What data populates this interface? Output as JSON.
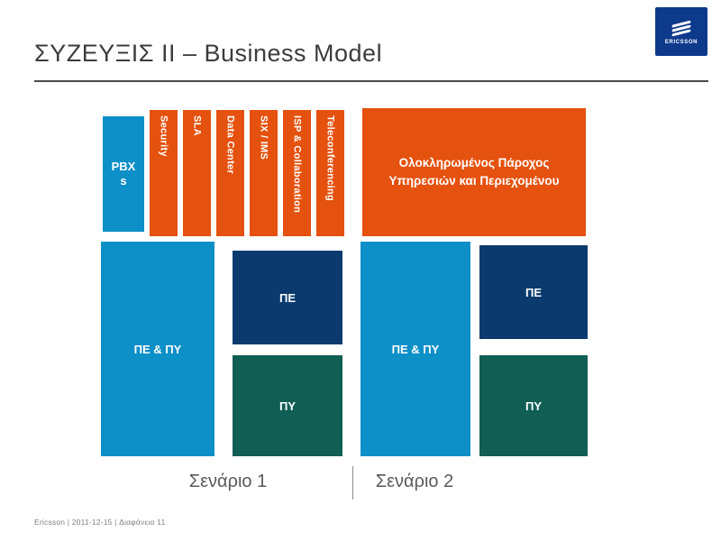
{
  "slide": {
    "title": "ΣΥΖΕΥΞΙΣ II – Business Model",
    "footer": "Ericsson | 2011-12-15 | Διαφάνεια 11",
    "logo_text": "ERICSSON"
  },
  "colors": {
    "light_blue": "#0D8FC8",
    "orange": "#E5510E",
    "navy": "#0B3B6E",
    "teal": "#115E55",
    "logo_blue": "#0E3A8C",
    "title_text": "#3c3c3c",
    "label_gray": "#595959"
  },
  "scenario1": {
    "label": "Σενάριο 1",
    "pbx": "PBX\ns",
    "services": [
      "Security",
      "SLA",
      "Data Center",
      "SIX / IMS",
      "ISP & Collaboration",
      "Teleconferencing"
    ],
    "pe_py": "ΠΕ & ΠΥ",
    "pe": "ΠΕ",
    "py": "ΠΥ"
  },
  "scenario2": {
    "label": "Σενάριο 2",
    "provider": "Ολοκληρωμένος Πάροχος Υπηρεσιών και Περιεχομένου",
    "pe_py": "ΠΕ & ΠΥ",
    "pe": "ΠΕ",
    "py": "ΠΥ"
  }
}
